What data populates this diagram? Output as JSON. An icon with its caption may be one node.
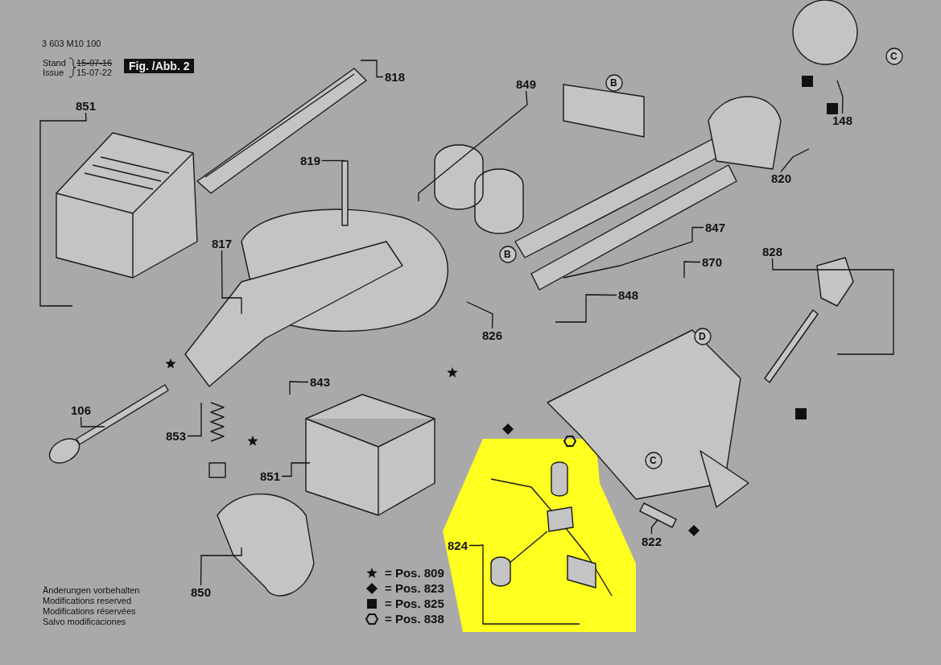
{
  "diagram": {
    "nodes": [
      {
        "text": [
          "818"
        ]
      },
      {
        "text": [
          "849"
        ]
      },
      {
        "text": [
          "851"
        ]
      },
      {
        "text": [
          "148"
        ]
      },
      {
        "text": [
          "819"
        ]
      },
      {
        "text": [
          "820"
        ]
      },
      {
        "text": [
          "847"
        ]
      },
      {
        "text": [
          "817"
        ]
      },
      {
        "text": [
          "828"
        ]
      },
      {
        "text": [
          "870"
        ]
      },
      {
        "text": [
          "848"
        ]
      },
      {
        "text": [
          "826"
        ]
      },
      {
        "text": [
          "843"
        ]
      },
      {
        "text": [
          "106"
        ]
      },
      {
        "text": [
          "853"
        ]
      },
      {
        "text": [
          "851"
        ]
      },
      {
        "text": [
          "824"
        ]
      },
      {
        "text": [
          "822"
        ]
      },
      {
        "text": [
          "850"
        ]
      },
      {
        "text": [],
        "shape": "picture"
      }
    ],
    "edges": [
      {
        "from": 0,
        "to": null,
        "arrow": "none"
      },
      {
        "from": 1,
        "to": null,
        "arrow": "none"
      },
      {
        "from": 2,
        "to": null,
        "arrow": "none"
      },
      {
        "from": 3,
        "to": null,
        "arrow": "none"
      },
      {
        "from": 4,
        "to": null,
        "arrow": "none"
      },
      {
        "from": 5,
        "to": null,
        "arrow": "none"
      },
      {
        "from": 6,
        "to": null,
        "arrow": "none"
      },
      {
        "from": 7,
        "to": null,
        "arrow": "none"
      },
      {
        "from": 8,
        "to": null,
        "arrow": "none"
      },
      {
        "from": 9,
        "to": null,
        "arrow": "none"
      },
      {
        "from": 10,
        "to": null,
        "arrow": "none"
      },
      {
        "from": 11,
        "to": null,
        "arrow": "none"
      },
      {
        "from": 12,
        "to": null,
        "arrow": "none"
      },
      {
        "from": 13,
        "to": null,
        "arrow": "none"
      },
      {
        "from": 14,
        "to": null,
        "arrow": "none"
      },
      {
        "from": 15,
        "to": null,
        "arrow": "none"
      },
      {
        "from": 16,
        "to": null,
        "arrow": "none"
      },
      {
        "from": 17,
        "to": 19,
        "arrow": "none"
      },
      {
        "from": 18,
        "to": null,
        "arrow": "none"
      }
    ],
    "labels": [
      "3 603 M10 100",
      "Stand",
      "Issue",
      "15-07-16",
      "15-07-22",
      "Fig. /Abb. 2",
      "C",
      "B",
      "B",
      "D",
      "C",
      "Änderungen vorbehalten",
      "Modifications reserved",
      "Modifications réservées",
      "Salvo modificaciones"
    ],
    "legend": [
      {
        "text": "= Pos. 809"
      },
      {
        "text": "= Pos. 823"
      },
      {
        "text": "= Pos. 825"
      },
      {
        "text": "= Pos. 838"
      }
    ]
  }
}
